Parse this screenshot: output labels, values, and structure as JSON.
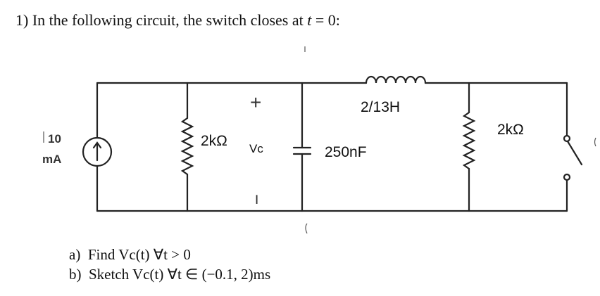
{
  "question": {
    "number": "1)",
    "text_prefix": "In the following circuit, the switch closes at ",
    "t_var": "t",
    "text_suffix": " = 0:"
  },
  "circuit": {
    "source_value": "10",
    "source_unit": "mA",
    "resistor_left": "2kΩ",
    "vc_label": "Vc",
    "plus_sign": "+",
    "minus_sign": "−",
    "inductor": "2/13H",
    "capacitor": "250nF",
    "resistor_right": "2kΩ"
  },
  "parts": [
    {
      "letter": "a)",
      "text": "Find Vc(t) ∀t > 0"
    },
    {
      "letter": "b)",
      "text": "Sketch Vc(t) ∀t ∈ (−0.1, 2)ms"
    }
  ]
}
